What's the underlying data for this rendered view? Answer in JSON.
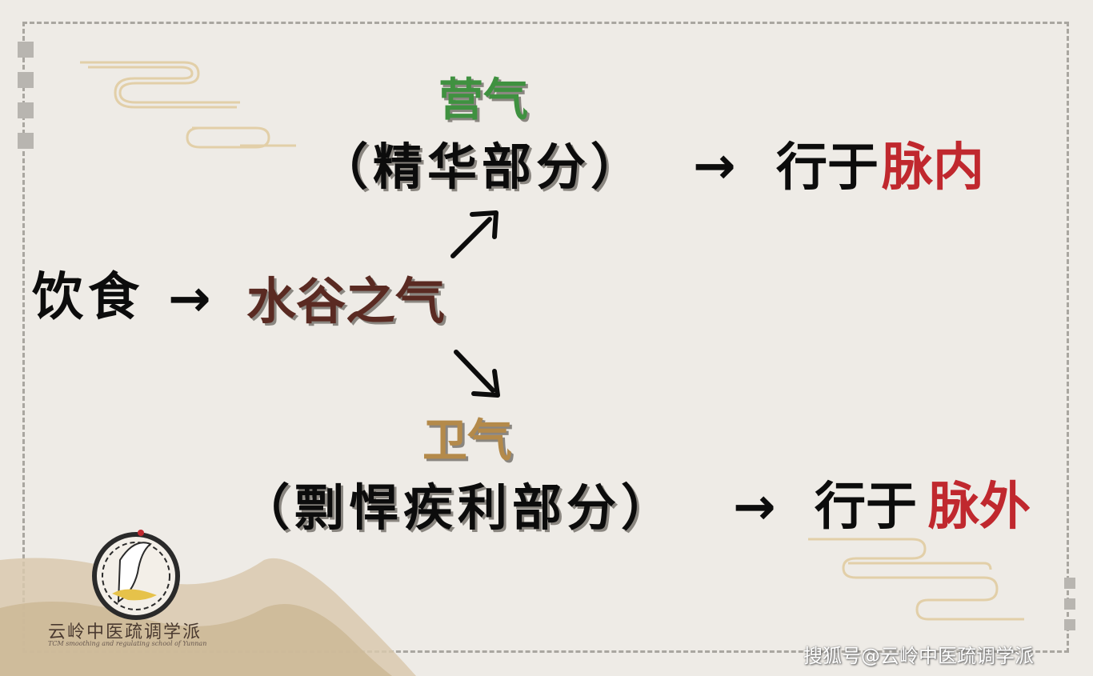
{
  "top_branch": {
    "qi_name": "营气",
    "part": "（精华部分）",
    "arrow": "→",
    "travels": "行于",
    "destination": "脉内"
  },
  "main_flow": {
    "source": "饮食",
    "arrow": "→",
    "product": "水谷之气"
  },
  "bottom_branch": {
    "qi_name": "卫气",
    "part": "（剽悍疾利部分）",
    "arrow": "→",
    "travels": "行于",
    "destination": "脉外"
  },
  "logo": {
    "name": "云岭中医疏调学派",
    "subtitle": "TCM smoothing and regulating school of Yunnan"
  },
  "watermark": "搜狐号@云岭中医疏调学派",
  "colors": {
    "green": "#3f9140",
    "gold": "#b48a4a",
    "red": "#c0282e",
    "brown": "#5a2a22",
    "background": "#eeebe6"
  }
}
